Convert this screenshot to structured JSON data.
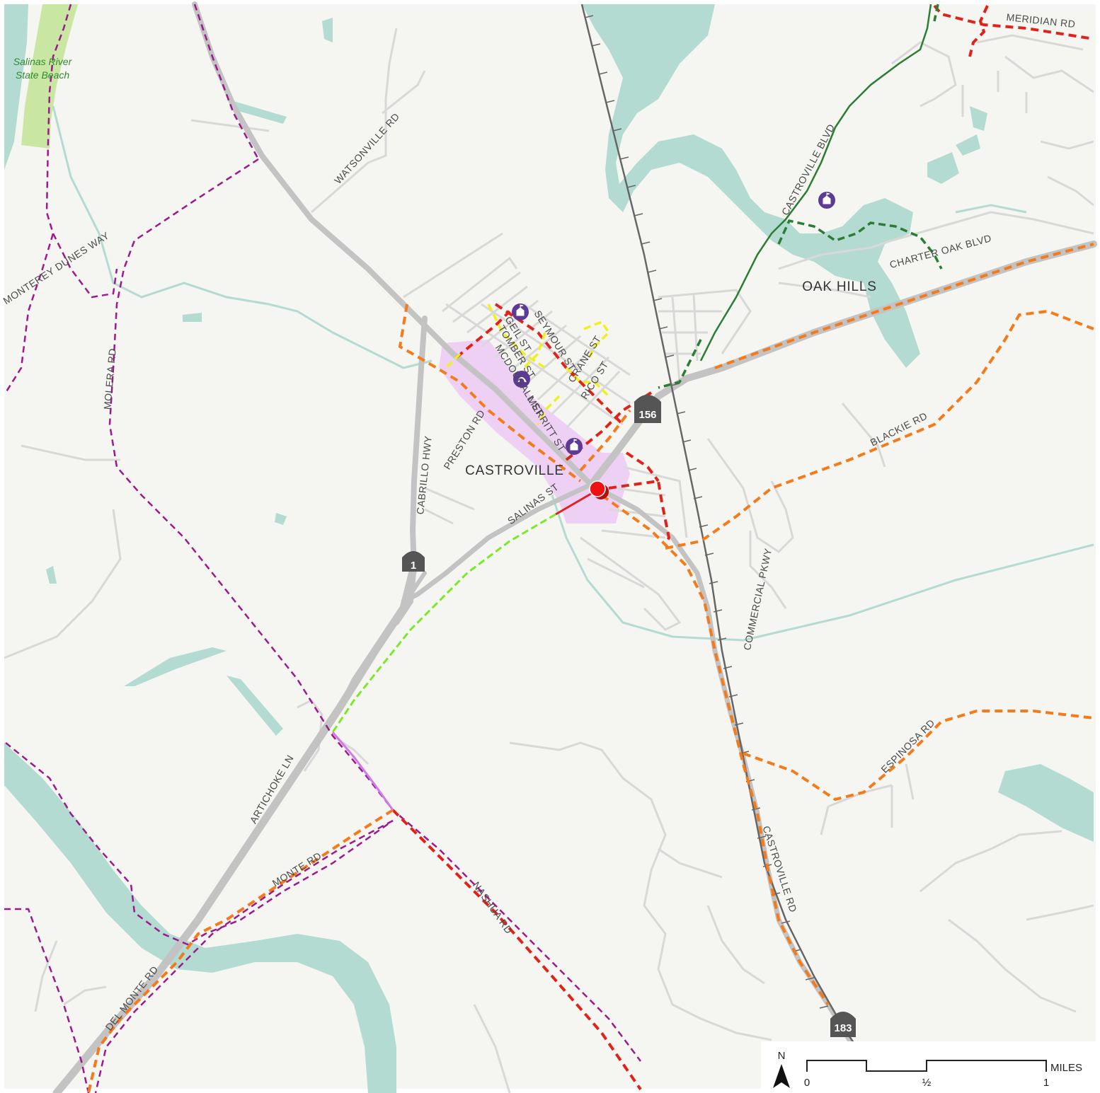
{
  "map": {
    "park_label_line1": "Salinas River",
    "park_label_line2": "State Beach",
    "places": {
      "castroville": "CASTROVILLE",
      "oak_hills": "OAK HILLS"
    },
    "roads": {
      "meridian": "MERIDIAN RD",
      "watsonville": "WATSONVILLE RD",
      "castroville_blvd": "CASTROVILLE BLVD",
      "charter_oak": "CHARTER OAK BLVD",
      "monterey_dunes": "MONTEREY DUNES WAY",
      "molera": "MOLERA RD",
      "seymour": "SEYMOUR ST",
      "geil": "GEIL ST",
      "tomber": "TOMBER ST",
      "mcdougall": "MCDOUGALL ST",
      "merritt": "MERRITT ST",
      "crane": "CRANE ST",
      "rico": "RICO ST",
      "preston": "PRESTON RD",
      "cabrillo": "CABRILLO HWY",
      "salinas_st": "SALINAS ST",
      "blackie": "BLACKIE RD",
      "commercial": "COMMERCIAL PKWY",
      "espinosa": "ESPINOSA RD",
      "castroville_rd": "CASTROVILLE RD",
      "artichoke": "ARTICHOKE LN",
      "monte": "MONTE RD",
      "nashua": "NASHUA RD",
      "del_monte": "DEL MONTE RD"
    },
    "shields": {
      "hwy1": "1",
      "hwy156": "156",
      "hwy183": "183"
    },
    "poi_icons": [
      "school-icon",
      "library-icon",
      "school-icon",
      "school-icon"
    ],
    "marker_icon": "location-pin-icon",
    "colors": {
      "background": "#f5f5f2",
      "water": "#b3dbd2",
      "freeway": "#c3c3c3",
      "local_road": "#d8d8d8",
      "rail": "#666666",
      "red_route": "#e0221b",
      "orange_route": "#f47a1a",
      "purple_route": "#9c1a8c",
      "green_trail": "#2a7d32",
      "yellow_route": "#f0f020",
      "lime_route": "#7ce82a",
      "town_area": "#efd0f5",
      "park": "#c9e7a3",
      "poi": "#5c3a96",
      "shield": "#555555"
    }
  },
  "scale_bar": {
    "north_label": "N",
    "unit": "MILES",
    "ticks": [
      "0",
      "½",
      "1"
    ]
  }
}
